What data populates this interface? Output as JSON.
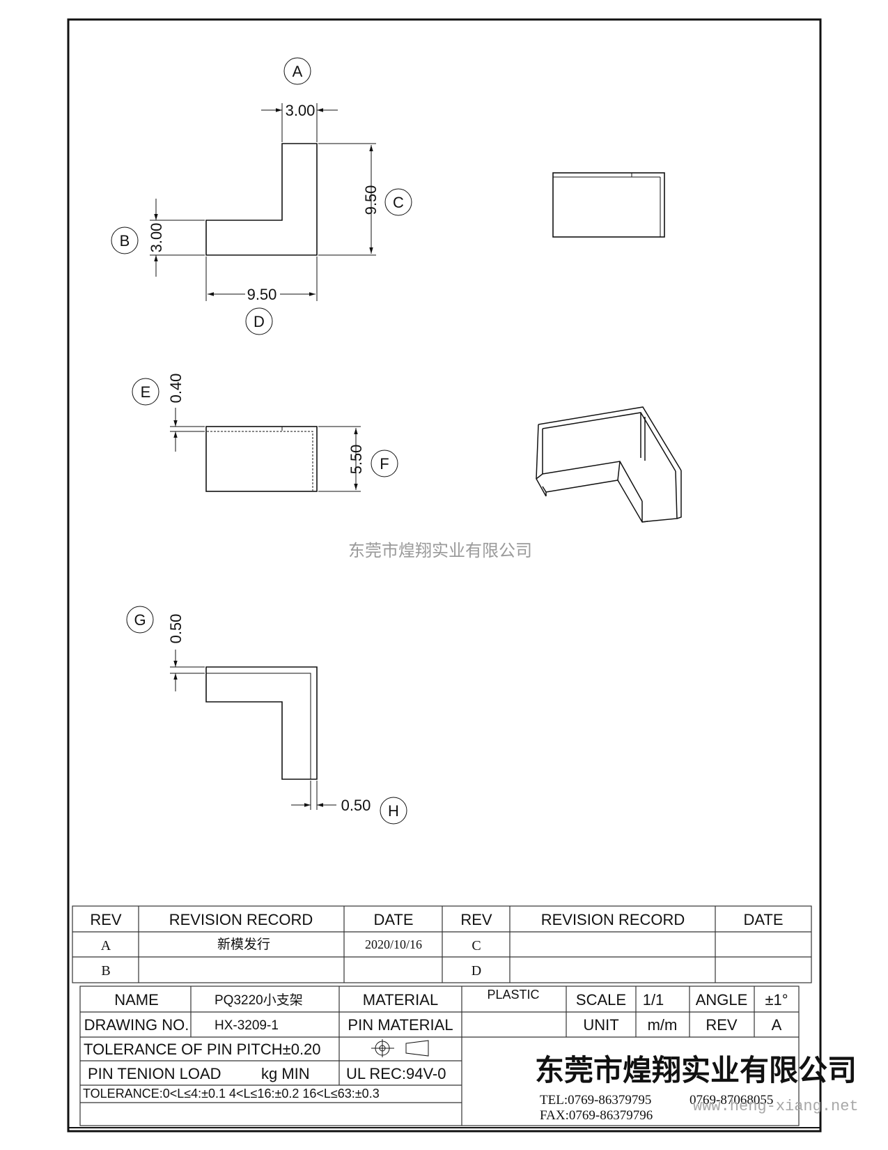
{
  "watermark_company": "东莞市煌翔实业有限公司",
  "watermark_url": "www.heng-xiang.net",
  "callouts": {
    "A": "A",
    "B": "B",
    "C": "C",
    "D": "D",
    "E": "E",
    "F": "F",
    "G": "G",
    "H": "H"
  },
  "dimensions": {
    "a": "3.00",
    "b": "3.00",
    "c": "9.50",
    "d": "9.50",
    "e": "0.40",
    "f": "5.50",
    "g": "0.50",
    "h": "0.50"
  },
  "revision_table": {
    "headers": [
      "REV",
      "REVISION RECORD",
      "DATE",
      "REV",
      "REVISION RECORD",
      "DATE"
    ],
    "rows": [
      [
        "A",
        "新模发行",
        "2020/10/16",
        "C",
        "",
        ""
      ],
      [
        "B",
        "",
        "",
        "D",
        "",
        ""
      ]
    ]
  },
  "title_block": {
    "name_label": "NAME",
    "name_value": "PQ3220小支架",
    "material_label": "MATERIAL",
    "material_value": "PLASTIC",
    "scale_label": "SCALE",
    "scale_value": "1/1",
    "angle_label": "ANGLE",
    "angle_value": "±1°",
    "drawing_no_label": "DRAWING NO.",
    "drawing_no_value": "HX-3209-1",
    "pin_material_label": "PIN MATERIAL",
    "unit_label": "UNIT",
    "unit_value": "m/m",
    "rev_label": "REV",
    "rev_value": "A",
    "tolerance_pin_pitch": "TOLERANCE OF PIN PITCH±0.20",
    "pin_tension_load": "PIN TENION LOAD",
    "pin_tension_unit": "kg MIN",
    "ul_rec": "UL REC:94V-0",
    "tolerance_ranges": "TOLERANCE:0<L≤4:±0.1  4<L≤16:±0.2  16<L≤63:±0.3",
    "company_name": "东莞市煌翔实业有限公司",
    "tel": "TEL:0769-86379795",
    "tel2": "0769-87068055",
    "fax": "FAX:0769-86379796"
  }
}
